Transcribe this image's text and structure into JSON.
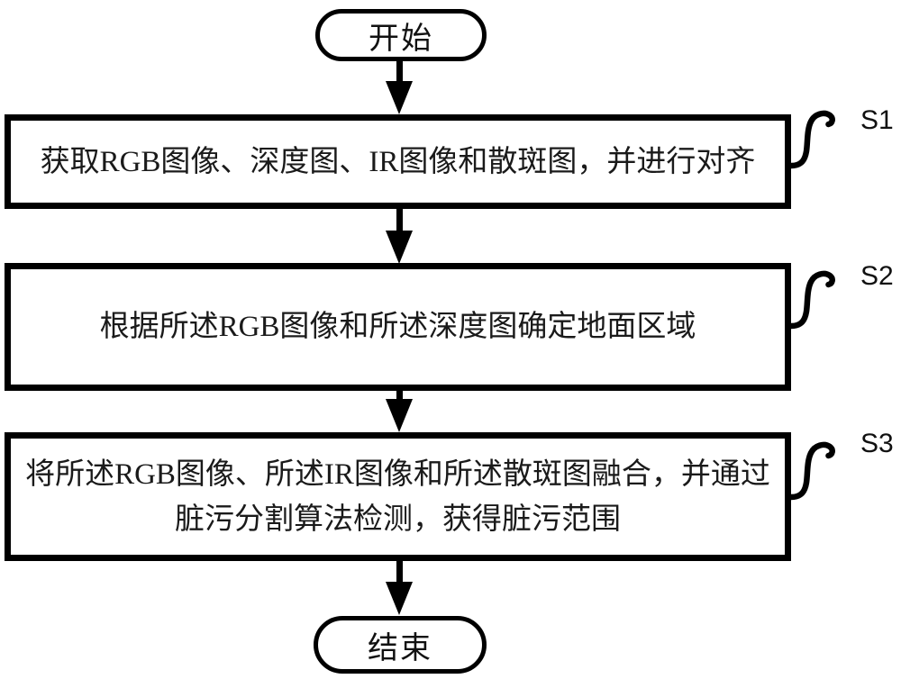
{
  "figure": {
    "type": "flowchart",
    "background_color": "#ffffff",
    "line_color": "#000000",
    "text_color": "#1a1a1a"
  },
  "start_node": {
    "label": "开始"
  },
  "end_node": {
    "label": "结束"
  },
  "steps": [
    {
      "id": "S1",
      "lines": [
        "获取RGB图像、深度图、IR图像和散斑图，并进行对齐"
      ]
    },
    {
      "id": "S2",
      "lines": [
        "根据所述RGB图像和所述深度图确定地面区域"
      ]
    },
    {
      "id": "S3",
      "lines": [
        "将所述RGB图像、所述IR图像和所述散斑图融合，并通过",
        "脏污分割算法检测，获得脏污范围"
      ]
    }
  ]
}
